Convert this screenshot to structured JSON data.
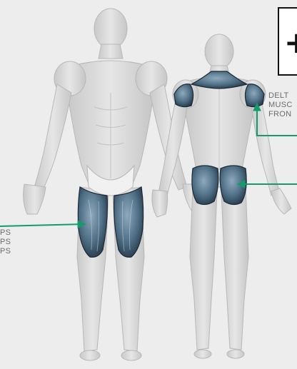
{
  "colors": {
    "background": "#ededed",
    "figure": "#d9d9d9",
    "figure_outline": "#bdbdbd",
    "highlight_muscle": "#4f6f86",
    "highlight_dark": "#26374a",
    "pointer": "#159a6c",
    "label_text": "#6b6b6b"
  },
  "badge": {
    "symbol": "+"
  },
  "labels": {
    "left_group": [
      "PS",
      "PS",
      "PS"
    ],
    "right_group": [
      "DELT",
      "MUSC",
      "FRON"
    ]
  },
  "icons": {
    "front_figure": "anatomy-front-icon",
    "back_figure": "anatomy-back-icon"
  }
}
